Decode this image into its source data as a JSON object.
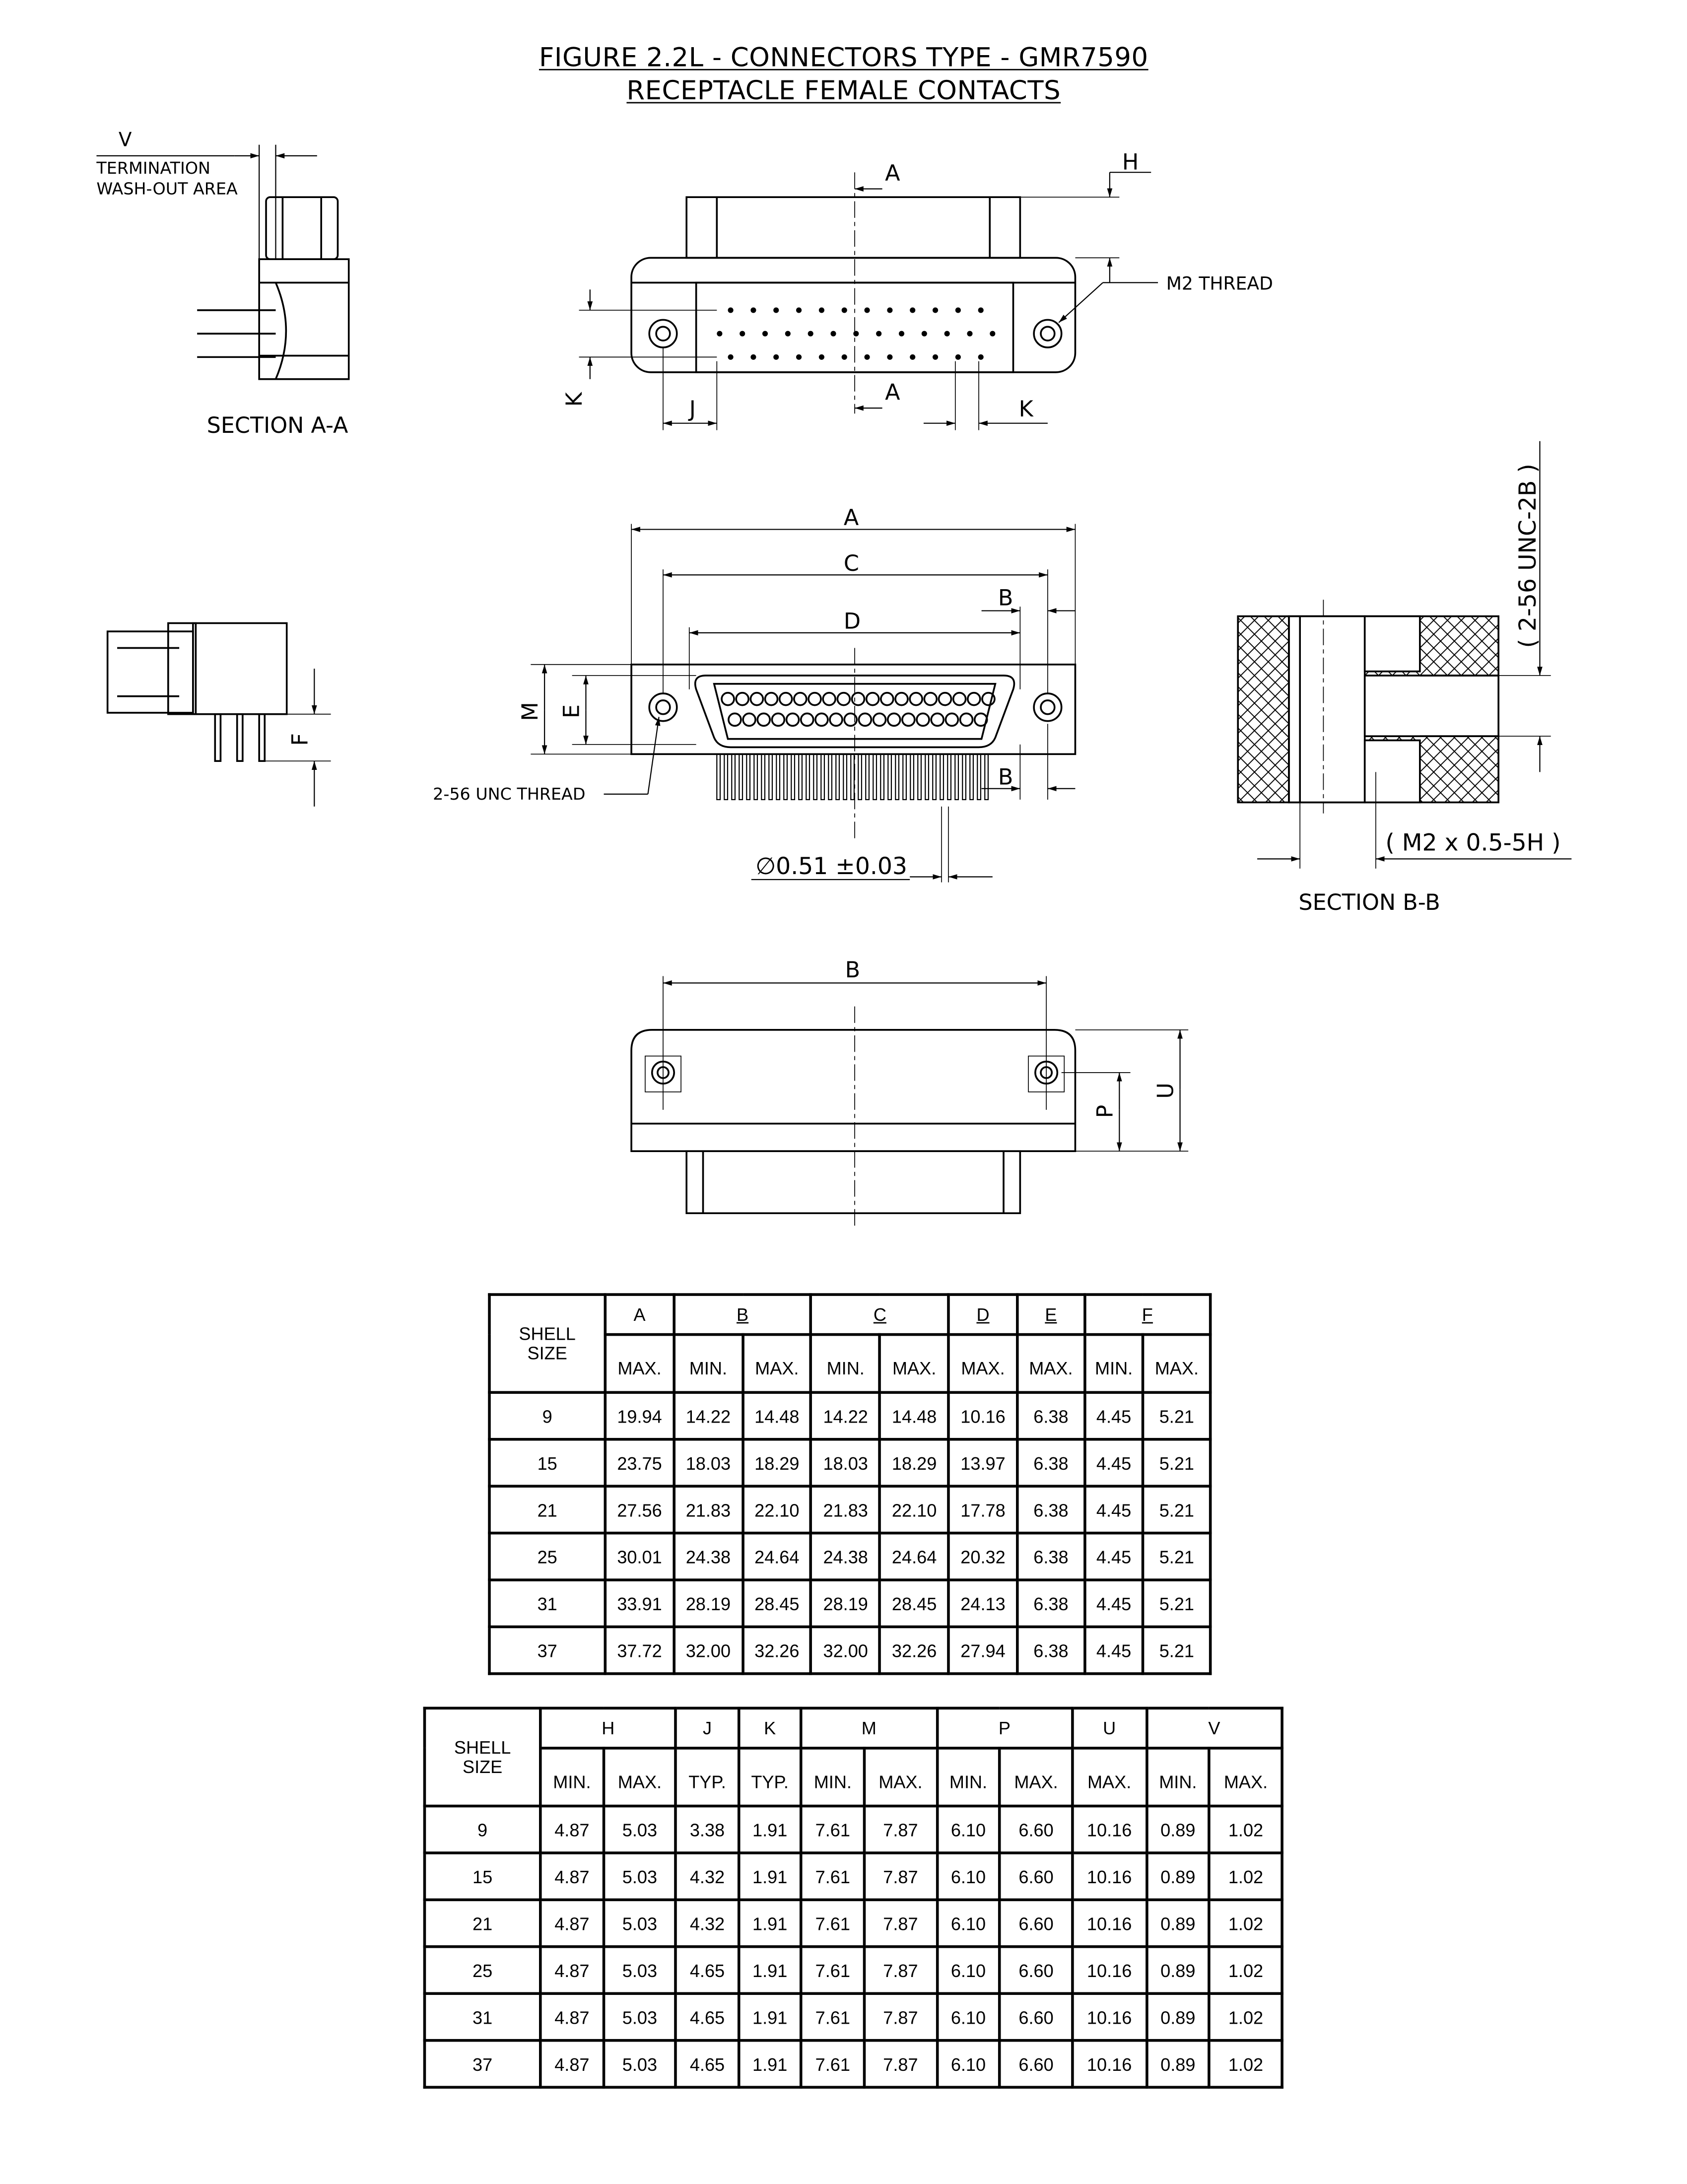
{
  "title": {
    "line1": "FIGURE 2.2L - CONNECTORS TYPE - GMR7590",
    "line2": "RECEPTACLE FEMALE CONTACTS"
  },
  "labels": {
    "v": "V",
    "termination": "TERMINATION",
    "washout": "WASH-OUT AREA",
    "section_aa": "SECTION A-A",
    "a_top": "A",
    "a_bottom": "A",
    "h": "H",
    "m2_thread": "M2 THREAD",
    "k_left": "K",
    "j": "J",
    "k_right": "K",
    "dim_a": "A",
    "dim_c": "C",
    "dim_d": "D",
    "dim_b_top": "B",
    "dim_b_bottom": "B",
    "dim_m": "M",
    "dim_e": "E",
    "dim_f": "F",
    "unc_thread": "2-56 UNC THREAD",
    "pin_dia": "∅0.51 ±0.03",
    "unc_2b": "( 2-56 UNC-2B )",
    "m2_05": "( M2 x 0.5-5H )",
    "section_bb": "SECTION B-B",
    "dim_b_rear": "B",
    "dim_p": "P",
    "dim_u": "U"
  },
  "table1": {
    "shell_label": [
      "SHELL",
      "SIZE"
    ],
    "groups": [
      {
        "label": "A",
        "span": 1,
        "underline": false
      },
      {
        "label": "B",
        "span": 2,
        "underline": true
      },
      {
        "label": "C",
        "span": 2,
        "underline": true
      },
      {
        "label": "D",
        "span": 1,
        "underline": true
      },
      {
        "label": "E",
        "span": 1,
        "underline": true
      },
      {
        "label": "F",
        "span": 2,
        "underline": true
      }
    ],
    "subheaders": [
      "MAX.",
      "MIN.",
      "MAX.",
      "MIN.",
      "MAX.",
      "MAX.",
      "MAX.",
      "MIN.",
      "MAX."
    ],
    "rows": [
      [
        "9",
        "19.94",
        "14.22",
        "14.48",
        "14.22",
        "14.48",
        "10.16",
        "6.38",
        "4.45",
        "5.21"
      ],
      [
        "15",
        "23.75",
        "18.03",
        "18.29",
        "18.03",
        "18.29",
        "13.97",
        "6.38",
        "4.45",
        "5.21"
      ],
      [
        "21",
        "27.56",
        "21.83",
        "22.10",
        "21.83",
        "22.10",
        "17.78",
        "6.38",
        "4.45",
        "5.21"
      ],
      [
        "25",
        "30.01",
        "24.38",
        "24.64",
        "24.38",
        "24.64",
        "20.32",
        "6.38",
        "4.45",
        "5.21"
      ],
      [
        "31",
        "33.91",
        "28.19",
        "28.45",
        "28.19",
        "28.45",
        "24.13",
        "6.38",
        "4.45",
        "5.21"
      ],
      [
        "37",
        "37.72",
        "32.00",
        "32.26",
        "32.00",
        "32.26",
        "27.94",
        "6.38",
        "4.45",
        "5.21"
      ]
    ]
  },
  "table2": {
    "shell_label": [
      "SHELL",
      "SIZE"
    ],
    "groups": [
      {
        "label": "H",
        "span": 2,
        "underline": false
      },
      {
        "label": "J",
        "span": 1,
        "underline": false
      },
      {
        "label": "K",
        "span": 1,
        "underline": false
      },
      {
        "label": "M",
        "span": 2,
        "underline": false
      },
      {
        "label": "P",
        "span": 2,
        "underline": false
      },
      {
        "label": "U",
        "span": 1,
        "underline": false
      },
      {
        "label": "V",
        "span": 2,
        "underline": false
      }
    ],
    "subheaders": [
      "MIN.",
      "MAX.",
      "TYP.",
      "TYP.",
      "MIN.",
      "MAX.",
      "MIN.",
      "MAX.",
      "MAX.",
      "MIN.",
      "MAX."
    ],
    "rows": [
      [
        "9",
        "4.87",
        "5.03",
        "3.38",
        "1.91",
        "7.61",
        "7.87",
        "6.10",
        "6.60",
        "10.16",
        "0.89",
        "1.02"
      ],
      [
        "15",
        "4.87",
        "5.03",
        "4.32",
        "1.91",
        "7.61",
        "7.87",
        "6.10",
        "6.60",
        "10.16",
        "0.89",
        "1.02"
      ],
      [
        "21",
        "4.87",
        "5.03",
        "4.32",
        "1.91",
        "7.61",
        "7.87",
        "6.10",
        "6.60",
        "10.16",
        "0.89",
        "1.02"
      ],
      [
        "25",
        "4.87",
        "5.03",
        "4.65",
        "1.91",
        "7.61",
        "7.87",
        "6.10",
        "6.60",
        "10.16",
        "0.89",
        "1.02"
      ],
      [
        "31",
        "4.87",
        "5.03",
        "4.65",
        "1.91",
        "7.61",
        "7.87",
        "6.10",
        "6.60",
        "10.16",
        "0.89",
        "1.02"
      ],
      [
        "37",
        "4.87",
        "5.03",
        "4.65",
        "1.91",
        "7.61",
        "7.87",
        "6.10",
        "6.60",
        "10.16",
        "0.89",
        "1.02"
      ]
    ]
  }
}
